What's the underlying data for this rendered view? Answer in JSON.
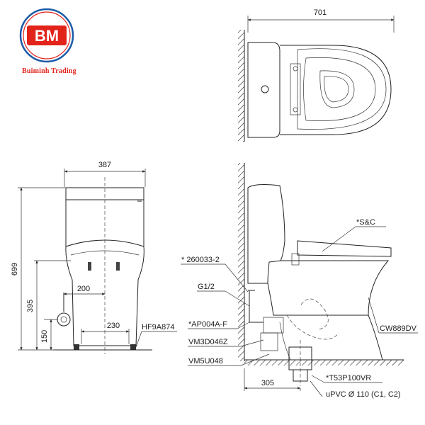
{
  "brand": {
    "logo_text": "BM",
    "name": "Buiminh Trading",
    "colors": {
      "red": "#e2231a",
      "blue": "#1a5aa8"
    }
  },
  "dimensions": {
    "top_width": "701",
    "front_width": "387",
    "height_total": "699",
    "height_395": "395",
    "height_150": "150",
    "inlet_offset": "200",
    "foot_span": "230",
    "rough_in": "305"
  },
  "parts": {
    "seat": "*S&C",
    "bracket": "* 260033-2",
    "inlet": "G1/2",
    "valve": "*AP004A-F",
    "flange": "VM3D046Z",
    "base": "VM5U048",
    "foot": "HF9A874",
    "body": "CW889DV",
    "drain": "*T53P100VR",
    "pipe": "uPVC   Ø 110 (C1, C2)"
  }
}
